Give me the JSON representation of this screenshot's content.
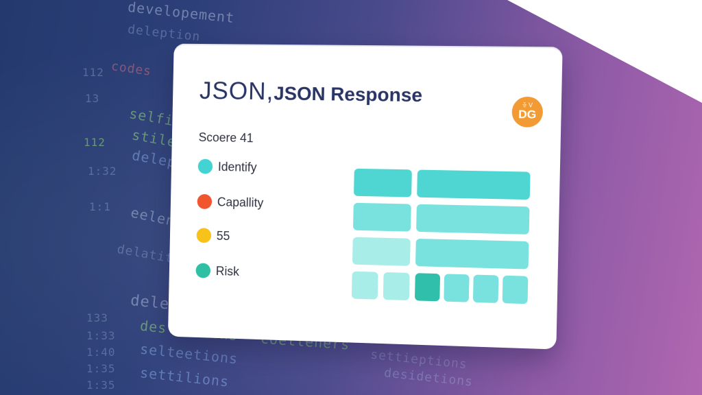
{
  "background_code": [
    "developement",
    "deleption",
    "codes",
    "selfions",
    "stilets",
    "deleption",
    "eeleners",
    "delatitions",
    "deleligions",
    "desleetions",
    "selteetions",
    "settilions",
    "coetleners",
    "settieptions",
    "desidetions"
  ],
  "background_line_numbers": [
    "112",
    "13",
    "112",
    "1:32",
    "1:1",
    "133",
    "1:33",
    "1:40",
    "1:35",
    "1:35"
  ],
  "card": {
    "title_part1": "JSON,",
    "title_part2": "JSON Response",
    "badge_top": "ꔀ V",
    "badge_main": "DG",
    "score_label": "Scoere 41",
    "legend": [
      {
        "label": "Identify",
        "color": "#43d3d3"
      },
      {
        "label": "Capallity",
        "color": "#f0552e"
      },
      {
        "label": "55",
        "color": "#f7c21a"
      },
      {
        "label": "Risk",
        "color": "#2fbfa5"
      }
    ]
  },
  "colors": {
    "accent_teal": "#4fd6d3",
    "teal_mid": "#79e2df",
    "teal_light": "#a9ede9",
    "teal_dark": "#2fbfaa",
    "title_navy": "#2a3566",
    "badge_orange": "#f29a33"
  }
}
